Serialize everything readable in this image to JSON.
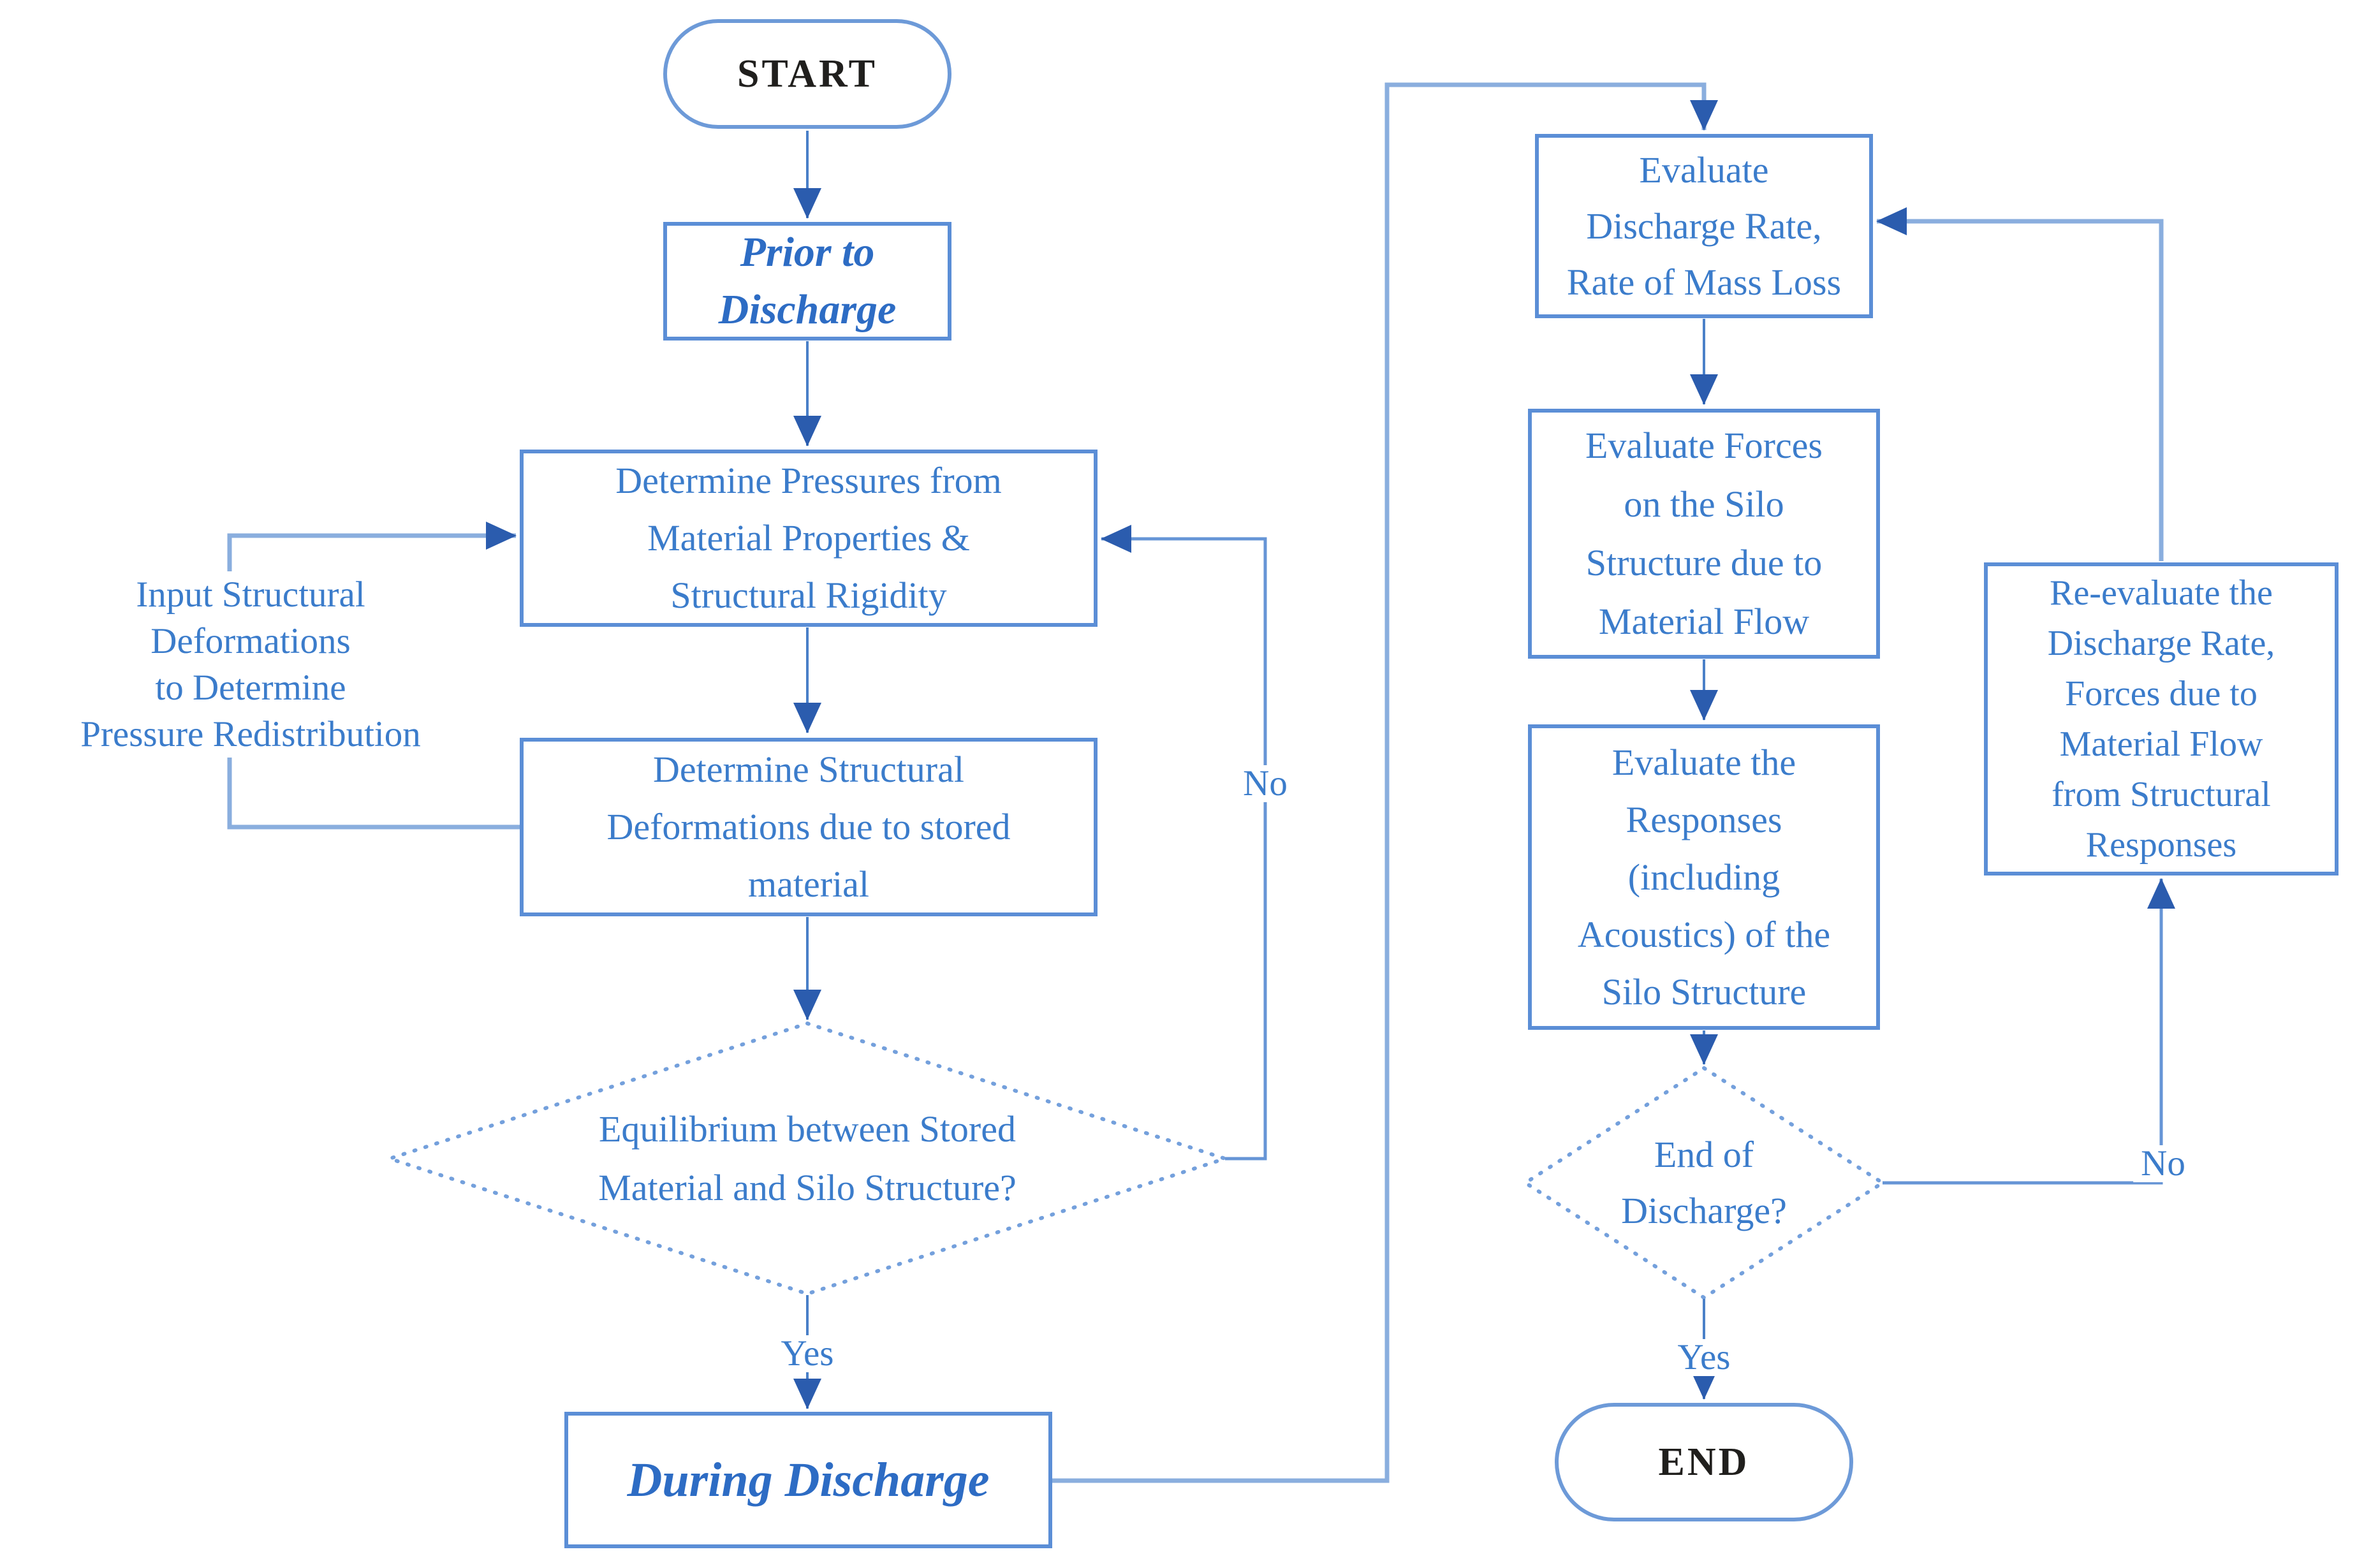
{
  "flowchart": {
    "nodes": {
      "start": {
        "type": "terminal",
        "label": "START"
      },
      "prior_to_discharge": {
        "type": "phase",
        "label": "Prior to\nDischarge"
      },
      "determine_pressures": {
        "type": "process",
        "label": "Determine Pressures from\nMaterial Properties &\nStructural Rigidity"
      },
      "determine_deformations": {
        "type": "process",
        "label": "Determine Structural\nDeformations due to stored\nmaterial"
      },
      "equilibrium_decision": {
        "type": "decision",
        "label": "Equilibrium between Stored\nMaterial and Silo Structure?"
      },
      "during_discharge": {
        "type": "phase",
        "label": "During Discharge"
      },
      "evaluate_discharge_rate": {
        "type": "process",
        "label": "Evaluate\nDischarge Rate,\nRate of Mass Loss"
      },
      "evaluate_forces": {
        "type": "process",
        "label": "Evaluate Forces\non the Silo\nStructure due to\nMaterial Flow"
      },
      "evaluate_responses": {
        "type": "process",
        "label": "Evaluate the\nResponses\n(including\nAcoustics) of the\nSilo Structure"
      },
      "end_of_discharge_decision": {
        "type": "decision",
        "label": "End of\nDischarge?"
      },
      "re_evaluate": {
        "type": "process",
        "label": "Re-evaluate the\nDischarge Rate,\nForces due to\nMaterial Flow\nfrom Structural\nResponses"
      },
      "end": {
        "type": "terminal",
        "label": "END"
      }
    },
    "annotation": {
      "label": "Input Structural\nDeformations\nto Determine\nPressure Redistribution"
    },
    "edge_labels": {
      "equilibrium_yes": "Yes",
      "equilibrium_no": "No",
      "discharge_yes": "Yes",
      "discharge_no": "No"
    },
    "colors": {
      "bg": "#ffffff",
      "box-border": "#5b8ed6",
      "box-text": "#3b7ccb",
      "phase-text": "#2d6cc4",
      "terminal-text": "#201f1d",
      "label-text": "#3b7ccb",
      "diamond-border": "#74a0dc",
      "line-thin": "#4a80c8",
      "line-mid": "#6695d6",
      "line-thick": "#8aaede",
      "arrow": "#2b5cae"
    }
  }
}
